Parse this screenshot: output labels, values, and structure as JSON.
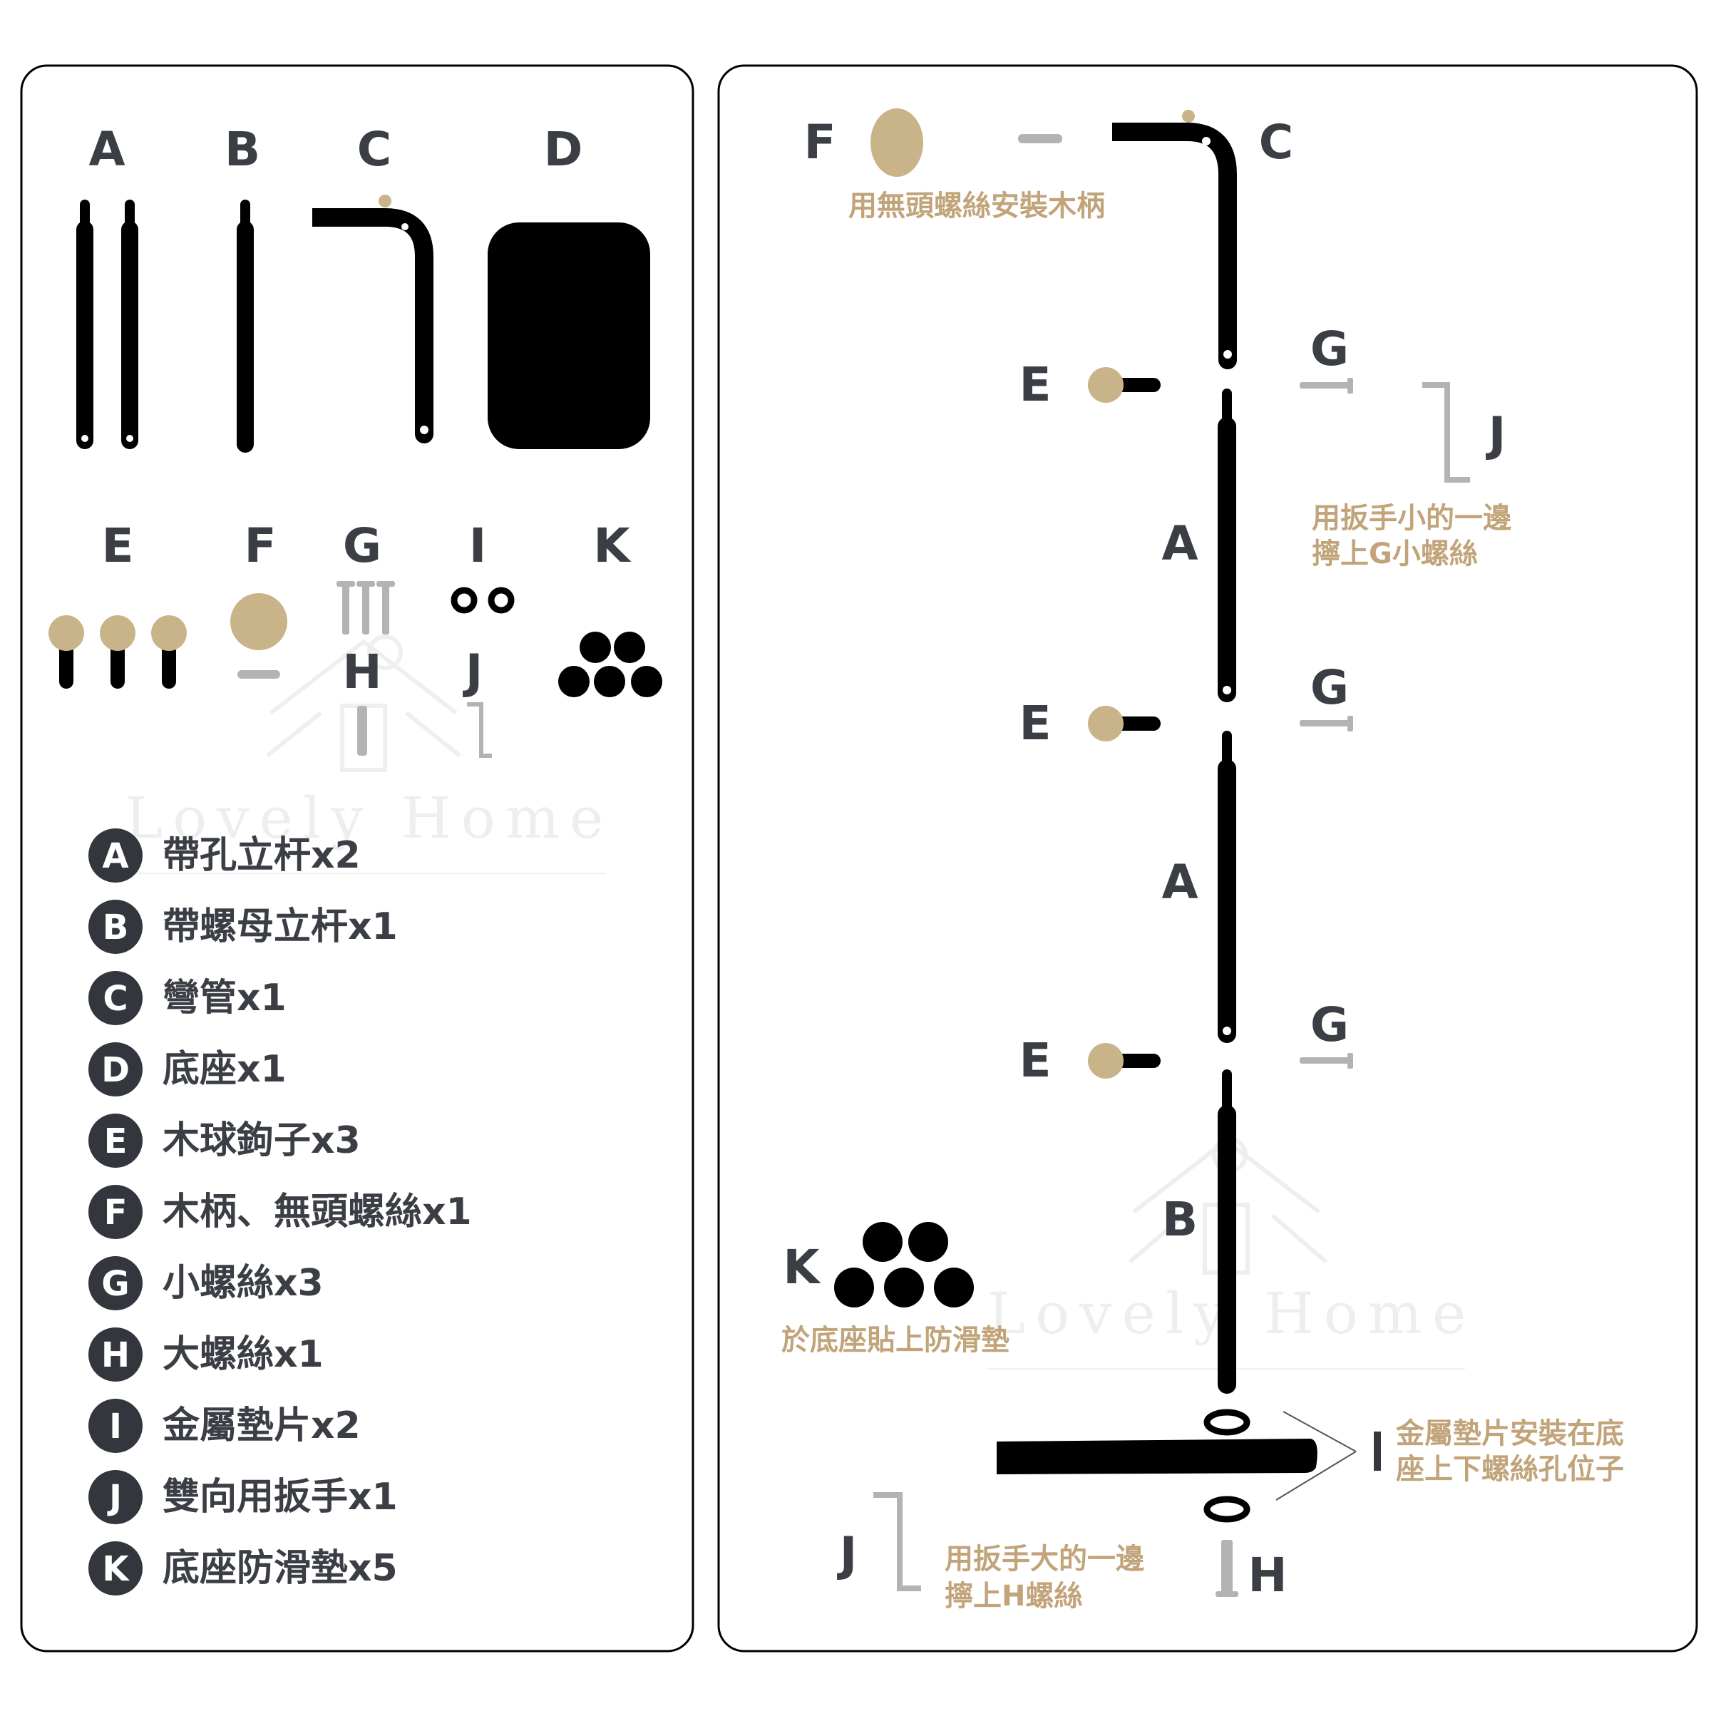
{
  "colors": {
    "black": "#000000",
    "text": "#3b3f45",
    "tan": "#c9b48a",
    "note": "#c2a47a",
    "gray": "#b3b3b3",
    "badge": "#33373d"
  },
  "left_panel": {
    "part_labels": {
      "A": "A",
      "B": "B",
      "C": "C",
      "D": "D",
      "E": "E",
      "F": "F",
      "G": "G",
      "H": "H",
      "I": "I",
      "J": "J",
      "K": "K"
    },
    "watermark": "Lovely Home",
    "legend": [
      {
        "letter": "A",
        "text": "帶孔立杆x2"
      },
      {
        "letter": "B",
        "text": "帶螺母立杆x1"
      },
      {
        "letter": "C",
        "text": "彎管x1"
      },
      {
        "letter": "D",
        "text": "底座x1"
      },
      {
        "letter": "E",
        "text": "木球鉤子x3"
      },
      {
        "letter": "F",
        "text": "木柄、無頭螺絲x1"
      },
      {
        "letter": "G",
        "text": "小螺絲x3"
      },
      {
        "letter": "H",
        "text": "大螺絲x1"
      },
      {
        "letter": "I",
        "text": "金屬墊片x2"
      },
      {
        "letter": "J",
        "text": "雙向用扳手x1"
      },
      {
        "letter": "K",
        "text": "底座防滑墊x5"
      }
    ]
  },
  "right_panel": {
    "labels": {
      "F": "F",
      "C": "C",
      "G1": "G",
      "G2": "G",
      "G3": "G",
      "E1": "E",
      "E2": "E",
      "E3": "E",
      "J_top": "J",
      "A1": "A",
      "A2": "A",
      "B": "B",
      "K": "K",
      "I": "I",
      "J_bottom": "J",
      "H": "H"
    },
    "watermark": "Lovely Home",
    "notes": {
      "f_note": "用無頭螺絲安裝木柄",
      "g_note_line1": "用扳手小的一邊",
      "g_note_line2": "擰上G小螺絲",
      "k_note": "於底座貼上防滑墊",
      "i_note_line1": "金屬墊片安裝在底",
      "i_note_line2": "座上下螺絲孔位子",
      "h_note_line1": "用扳手大的一邊",
      "h_note_line2": "擰上H螺絲"
    }
  }
}
